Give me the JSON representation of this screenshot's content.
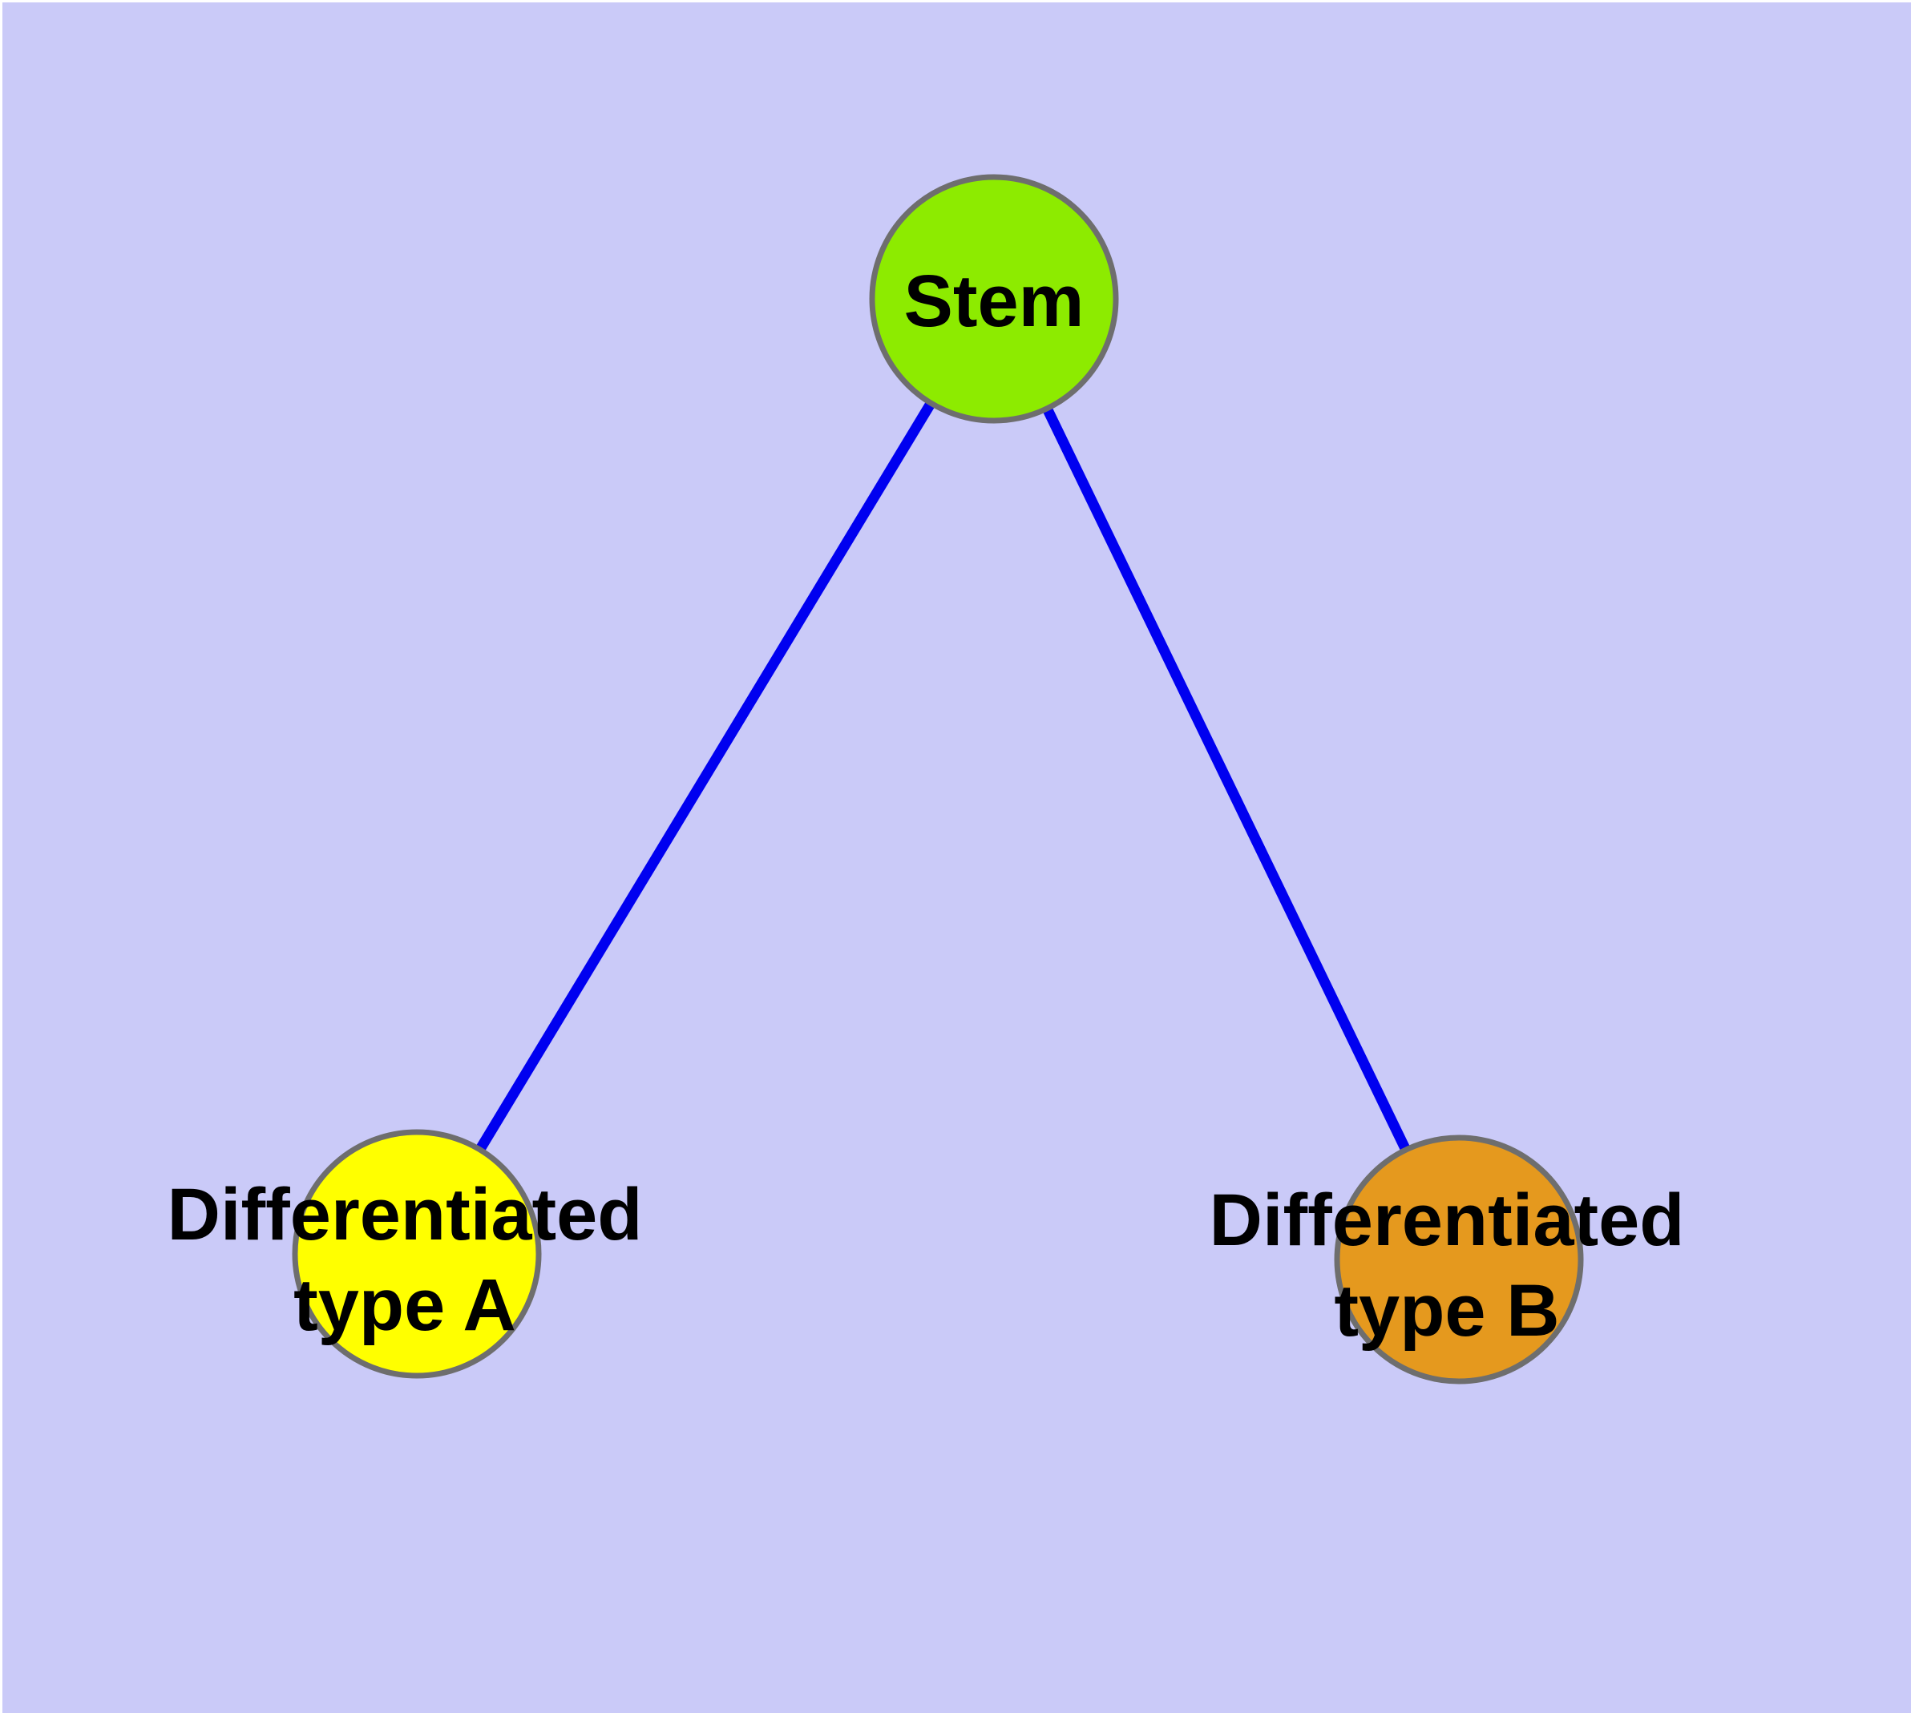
{
  "diagram": {
    "type": "node-link-tree",
    "background_color": "#CACAF8",
    "margin_color": "#FFFFFF",
    "label_color": "#000000",
    "edge_style": {
      "color": "#0000F0",
      "width": 13
    },
    "node_border": {
      "color": "#6E6E6E",
      "width": 7
    },
    "nodes": [
      {
        "id": "stem",
        "label": "Stem",
        "line1": "Stem",
        "line2": "",
        "fill": "#8DEB00"
      },
      {
        "id": "differentiated-type-a",
        "label": "Differentiated type A",
        "line1": "Differentiated",
        "line2": "type A",
        "fill": "#FFFF00"
      },
      {
        "id": "differentiated-type-b",
        "label": "Differentiated type B",
        "line1": "Differentiated",
        "line2": "type B",
        "fill": "#E5991E"
      }
    ],
    "edges": [
      {
        "from": "Stem",
        "to": "Differentiated type A"
      },
      {
        "from": "Stem",
        "to": "Differentiated type B"
      }
    ]
  }
}
